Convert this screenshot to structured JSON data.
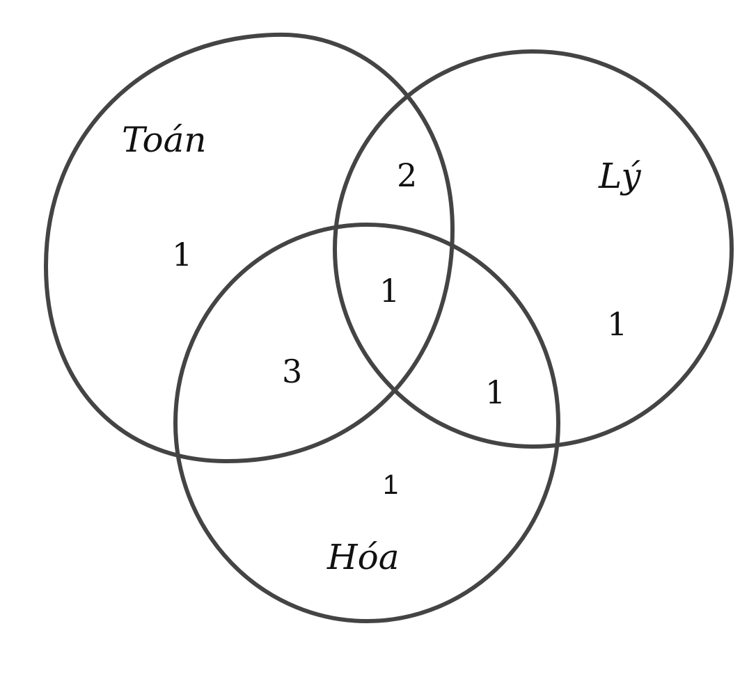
{
  "diagram": {
    "type": "venn-3",
    "outline_color": "#444444",
    "sets": {
      "toan": {
        "label": "Toán"
      },
      "ly": {
        "label": "Lý"
      },
      "hoa": {
        "label": "Hóa"
      }
    },
    "regions": {
      "toan_only": "1",
      "ly_only": "1",
      "hoa_only": "1",
      "toan_ly": "2",
      "toan_hoa": "3",
      "ly_hoa": "1",
      "all_three": "1"
    }
  }
}
